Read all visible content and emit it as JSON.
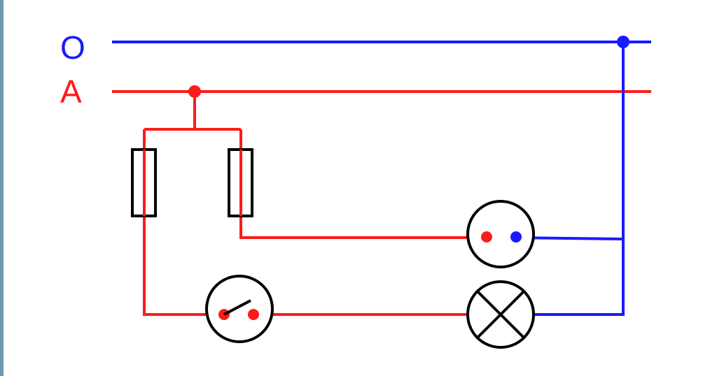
{
  "labels": {
    "neutral": "O",
    "phase": "A"
  },
  "colors": {
    "neutral": "#1a1aff",
    "phase": "#ff1a1a",
    "device": "#000000",
    "background": "#ffffff",
    "edge": "#6f97b0"
  },
  "components": {
    "fuses": 2,
    "socket": "two-pin socket",
    "switch": "switch",
    "lamp": "lamp"
  }
}
